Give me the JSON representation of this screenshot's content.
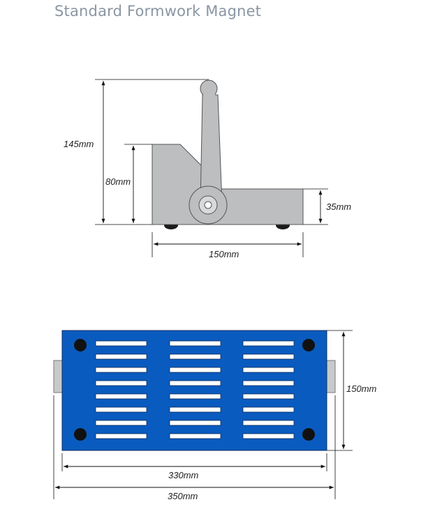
{
  "title": "Standard Formwork Magnet",
  "side_view": {
    "height_label": "145mm",
    "body_height_label": "80mm",
    "base_height_label": "35mm",
    "length_label": "150mm"
  },
  "top_view": {
    "width_label": "150mm",
    "plate_length_label": "330mm",
    "overall_length_label": "350mm"
  },
  "colors": {
    "title": "#8a96a3",
    "body_gray": "#bcbec0",
    "plate_blue": "#0a5bbf",
    "slot_white": "#ffffff",
    "dark": "#1a1a1a"
  }
}
